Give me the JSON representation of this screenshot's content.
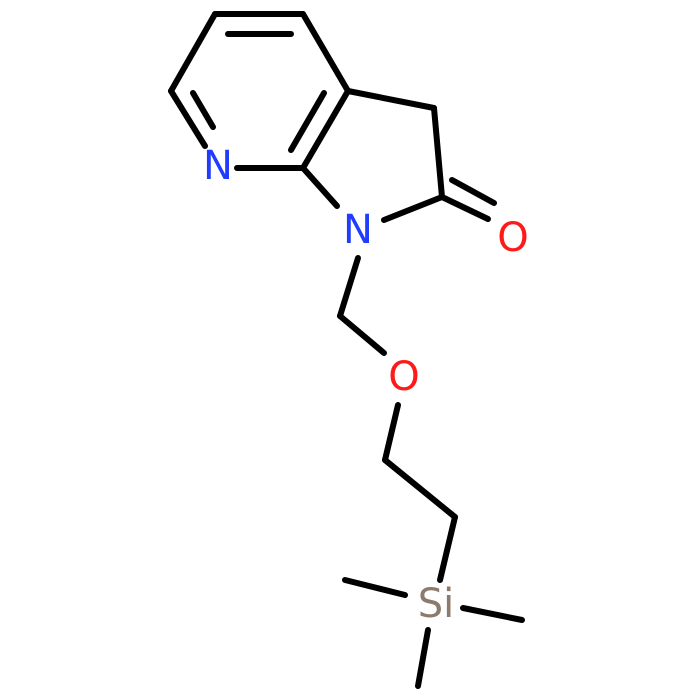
{
  "molecule": {
    "atoms": {
      "n_pyridine": {
        "symbol": "N",
        "color": "#1f3cff"
      },
      "n_lactam": {
        "symbol": "N",
        "color": "#1f3cff"
      },
      "o_carbonyl": {
        "symbol": "O",
        "color": "#ff1a1a"
      },
      "o_ether": {
        "symbol": "O",
        "color": "#ff1a1a"
      },
      "si": {
        "symbol": "Si",
        "color": "#8c7a6b"
      }
    },
    "bond_color": "#000000",
    "background": "#ffffff"
  }
}
